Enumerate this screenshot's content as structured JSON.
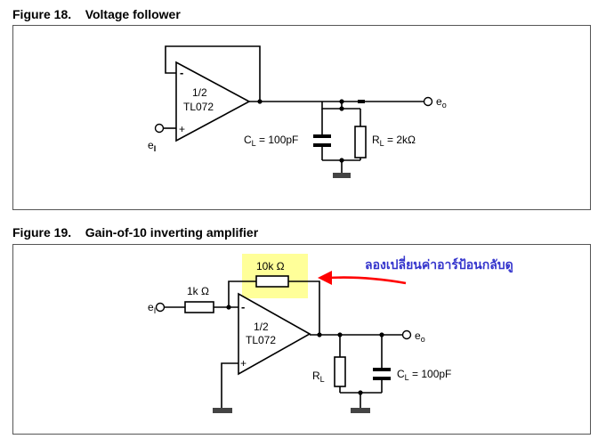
{
  "figure18": {
    "title": "Figure 18.    Voltage follower",
    "opamp_minus": "-",
    "opamp_plus": "+",
    "opamp_line1": "1/2",
    "opamp_line2": "TL072",
    "input_base": "e",
    "input_sub": "I",
    "output_base": "e",
    "output_sub": "o",
    "cap_base": "C",
    "cap_sub": "L",
    "cap_value": " = 100pF",
    "res_base": "R",
    "res_sub": "L",
    "res_value": " = 2kΩ"
  },
  "figure19": {
    "title": "Figure 19.    Gain-of-10 inverting amplifier",
    "feedback_resistor": "10k  Ω",
    "input_resistor": "1k  Ω",
    "opamp_minus": "-",
    "opamp_plus": "+",
    "opamp_line1": "1/2",
    "opamp_line2": "TL072",
    "input_base": "e",
    "input_sub": "I",
    "output_base": "e",
    "output_sub": "o",
    "res_base": "R",
    "res_sub": "L",
    "cap_base": "C",
    "cap_sub": "L",
    "cap_value": " = 100pF",
    "annotation": "ลองเปลี่ยนค่าอาร์ป้อนกลับดู",
    "highlight_color": "#ffff99",
    "annotation_color": "#3333cc",
    "arrow_color": "#ff0000"
  }
}
